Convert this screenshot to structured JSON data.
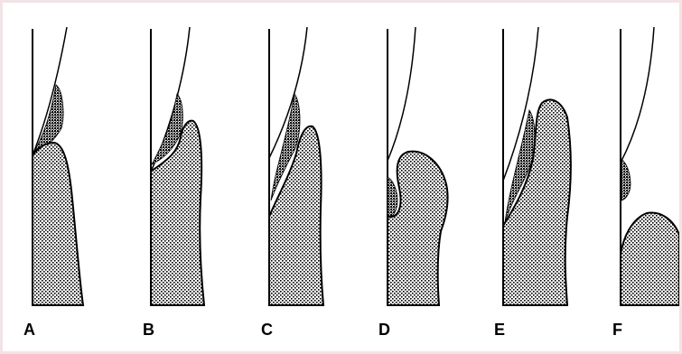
{
  "figure": {
    "border_color": "#f3e3e5",
    "ink_color": "#000000",
    "panels": [
      {
        "label": "A"
      },
      {
        "label": "B"
      },
      {
        "label": "C"
      },
      {
        "label": "D"
      },
      {
        "label": "E"
      },
      {
        "label": "F"
      }
    ]
  }
}
